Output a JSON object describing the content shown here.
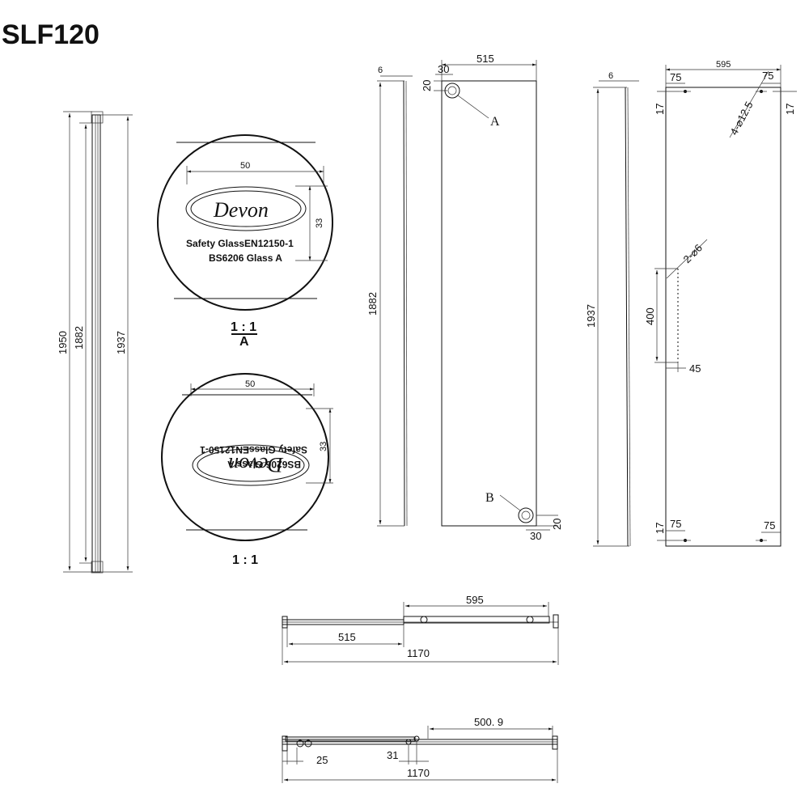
{
  "title": "SLF120",
  "side_profile": {
    "dim_1950": "1950",
    "dim_1882": "1882",
    "dim_1937": "1937"
  },
  "detail_a": {
    "width": "50",
    "height": "33",
    "logo": "Devon",
    "line1": "Safety GlassEN12150-1",
    "line2": "BS6206 Glass A",
    "scale": "1 : 1",
    "ref": "A"
  },
  "detail_b": {
    "width": "50",
    "height": "33",
    "logo": "Devon",
    "line1": "Safety GlassEN12150-1",
    "line2": "BS6206 Glass A",
    "scale": "1 : 1"
  },
  "sliding_panel": {
    "thickness": "6",
    "height": "1882",
    "width": "515",
    "inset_x": "30",
    "inset_y": "20",
    "callout_a": "A",
    "callout_b": "B",
    "inset_x_bottom": "30",
    "inset_y_bottom": "20"
  },
  "fixed_panel": {
    "thickness": "6",
    "height": "1937",
    "width": "595",
    "hole_offset_left": "75",
    "hole_offset_right": "75",
    "hole_offset_top_left": "17",
    "hole_offset_top_right": "17",
    "hole_spec_top": "4-⌀12.5",
    "hole_spec_mid": "2-⌀6",
    "slot_length": "400",
    "slot_offset": "45",
    "bottom_offset_left": "75",
    "bottom_offset_right": "75",
    "bottom_offset_y": "17"
  },
  "plan_closed": {
    "dim_595": "595",
    "dim_515": "515",
    "dim_1170": "1170"
  },
  "plan_open": {
    "dim_500_9": "500. 9",
    "dim_25": "25",
    "dim_31": "31",
    "dim_1170": "1170"
  }
}
